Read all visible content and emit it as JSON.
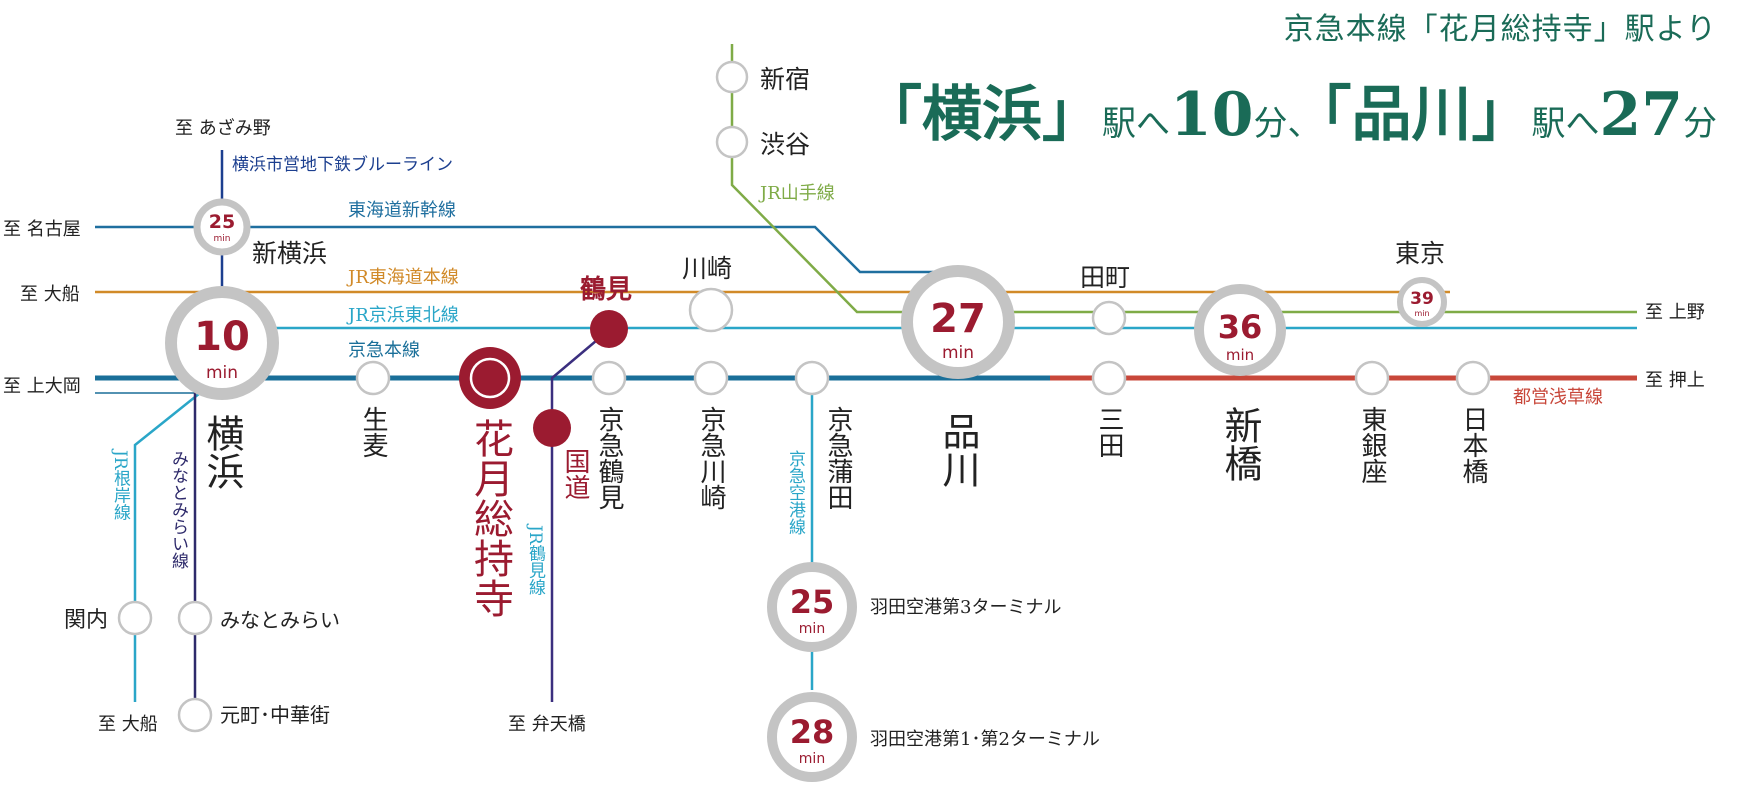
{
  "headline": {
    "line1": "京急本線「花月総持寺」駅より",
    "line2": {
      "p1": "「横浜」",
      "p2": "駅へ",
      "p3": "10",
      "p4": "分、",
      "p5": "「品川」",
      "p6": "駅へ",
      "p7": "27",
      "p8": "分"
    }
  },
  "colors": {
    "keikyu": "#1a6f99",
    "jr_keihin": "#2aa6c8",
    "tokaido_hon": "#d18a28",
    "shinkansen": "#1f6f9f",
    "yamanote": "#7fab47",
    "asakusa": "#c8473a",
    "blueline": "#1c3f8f",
    "minatomirai": "#2e2a6b",
    "tsurumi": "#3b2f7f",
    "accent": "#9b1b30",
    "badge_ring": "#c4c4c4",
    "headline": "#1a6b57"
  },
  "lines": {
    "shinkansen": "東海道新幹線",
    "tokaido": "JR東海道本線",
    "keihin": "JR京浜東北線",
    "keikyu_main": "京急本線",
    "yamanote": "JR山手線",
    "blueline": "横浜市営地下鉄ブルーライン",
    "negishi": "JR根岸線",
    "minatomirai": "みなとみらい線",
    "tsurumi": "JR鶴見線",
    "airport": "京急空港線",
    "asakusa": "都営浅草線"
  },
  "destinations": {
    "azamino": "至 あざみ野",
    "nagoya": "至 名古屋",
    "ofuna": "至 大船",
    "kamiooka": "至 上大岡",
    "ueno": "至 上野",
    "oshiage": "至 押上",
    "ofuna2": "至 大船",
    "bentenbashi": "至 弁天橋"
  },
  "stations": {
    "shinjuku": "新宿",
    "shibuya": "渋谷",
    "shinyokohama": "新横浜",
    "yokohama": "横浜",
    "namamugi": "生麦",
    "kagetsu": "花月総持寺",
    "tsurumi": "鶴見",
    "kokudo": "国道",
    "keikyu_tsurumi": "京急鶴見",
    "kawasaki": "川崎",
    "keikyu_kawasaki": "京急川崎",
    "keikyu_kamata": "京急蒲田",
    "shinagawa": "品川",
    "tamachi": "田町",
    "mita": "三田",
    "shimbashi": "新橋",
    "tokyo": "東京",
    "higashiginza": "東銀座",
    "nihombashi": "日本橋",
    "kannai": "関内",
    "minatomirai": "みなとみらい",
    "motomachi": "元町･中華街",
    "haneda3": "羽田空港第3ターミナル",
    "haneda12": "羽田空港第1･第2ターミナル"
  },
  "times": {
    "shinyokohama": "25",
    "yokohama": "10",
    "shinagawa": "27",
    "shimbashi": "36",
    "tokyo": "39",
    "haneda3": "25",
    "haneda12": "28",
    "unit": "min"
  }
}
